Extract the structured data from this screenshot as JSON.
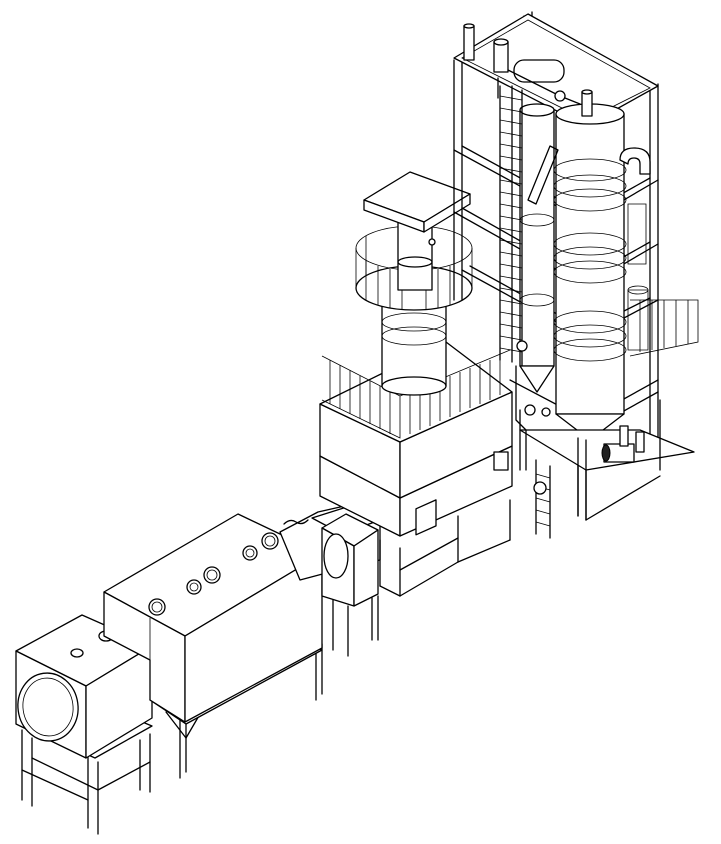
{
  "drawing": {
    "line_color": "#000000",
    "background": "#ffffff",
    "components": [
      "inlet-filter-box",
      "filter-housing",
      "transition-duct",
      "reactor-chamber",
      "rooftop-chimney",
      "scrubber-tower-frame",
      "caged-ladder",
      "pump-skid"
    ]
  }
}
